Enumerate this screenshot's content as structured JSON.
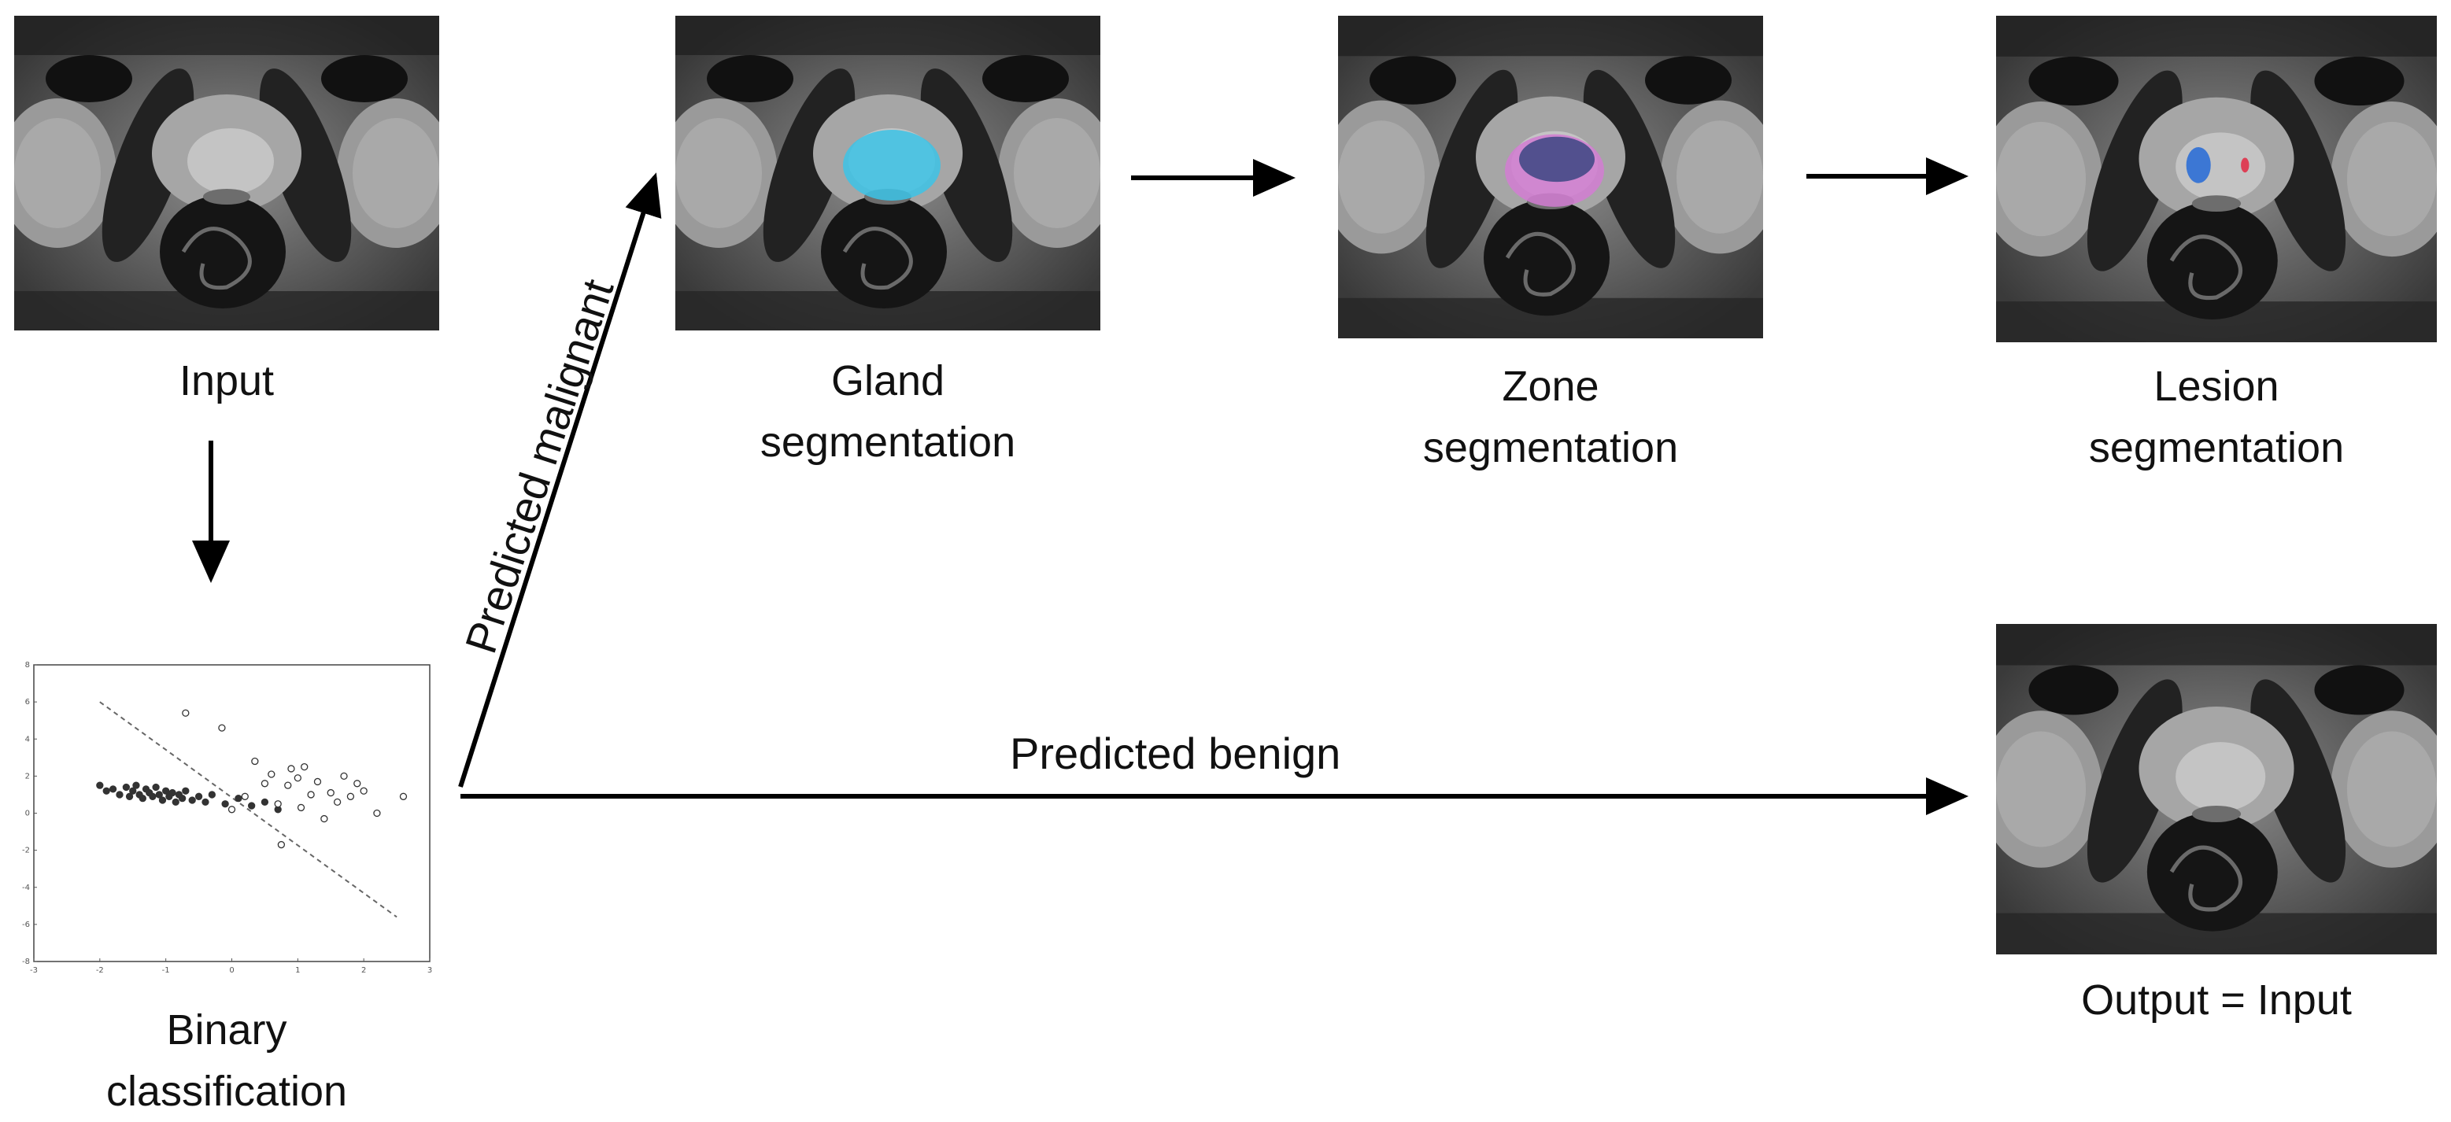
{
  "labels": {
    "input": "Input",
    "binary": [
      "Binary",
      "classification"
    ],
    "gland": [
      "Gland",
      "segmentation"
    ],
    "zone": [
      "Zone",
      "segmentation"
    ],
    "lesion": [
      "Lesion",
      "segmentation"
    ],
    "output": "Output = Input"
  },
  "arrows": {
    "malignant": "Predicted malignant",
    "benign": "Predicted benign"
  },
  "overlay_colors": {
    "gland": "#3cc3e6",
    "zone_peripheral": "#d27dd2",
    "zone_transition": "#3c4682",
    "lesion_a": "#2e6fd6",
    "lesion_b": "#e0324a"
  },
  "chart_data": {
    "type": "scatter",
    "xlim": [
      -3,
      3
    ],
    "ylim": [
      -8,
      8
    ],
    "x_ticks": [
      "-3",
      "-2",
      "-1",
      "0",
      "1",
      "2",
      "3"
    ],
    "y_ticks": [
      "8",
      "6",
      "4",
      "2",
      "0",
      "-2",
      "-4",
      "-6",
      "-8"
    ],
    "series": [
      {
        "marker": "filled",
        "points": [
          [
            -2.0,
            1.5
          ],
          [
            -1.9,
            1.2
          ],
          [
            -1.8,
            1.3
          ],
          [
            -1.7,
            1.0
          ],
          [
            -1.6,
            1.4
          ],
          [
            -1.55,
            0.9
          ],
          [
            -1.5,
            1.2
          ],
          [
            -1.45,
            1.5
          ],
          [
            -1.4,
            1.0
          ],
          [
            -1.35,
            0.8
          ],
          [
            -1.3,
            1.3
          ],
          [
            -1.25,
            1.1
          ],
          [
            -1.2,
            0.9
          ],
          [
            -1.15,
            1.4
          ],
          [
            -1.1,
            1.0
          ],
          [
            -1.05,
            0.7
          ],
          [
            -1.0,
            1.2
          ],
          [
            -0.95,
            0.9
          ],
          [
            -0.9,
            1.1
          ],
          [
            -0.85,
            0.6
          ],
          [
            -0.8,
            1.0
          ],
          [
            -0.75,
            0.8
          ],
          [
            -0.7,
            1.2
          ],
          [
            -0.6,
            0.7
          ],
          [
            -0.5,
            0.9
          ],
          [
            -0.4,
            0.6
          ],
          [
            -0.3,
            1.0
          ],
          [
            -0.1,
            0.5
          ],
          [
            0.1,
            0.8
          ],
          [
            0.3,
            0.4
          ],
          [
            0.5,
            0.6
          ],
          [
            0.7,
            0.2
          ]
        ]
      },
      {
        "marker": "hollow",
        "points": [
          [
            -0.7,
            5.4
          ],
          [
            -0.15,
            4.6
          ],
          [
            0.0,
            0.2
          ],
          [
            0.2,
            0.9
          ],
          [
            0.35,
            2.8
          ],
          [
            0.5,
            1.6
          ],
          [
            0.6,
            2.1
          ],
          [
            0.7,
            0.5
          ],
          [
            0.75,
            -1.7
          ],
          [
            0.85,
            1.5
          ],
          [
            0.9,
            2.4
          ],
          [
            1.0,
            1.9
          ],
          [
            1.05,
            0.3
          ],
          [
            1.1,
            2.5
          ],
          [
            1.2,
            1.0
          ],
          [
            1.3,
            1.7
          ],
          [
            1.4,
            -0.3
          ],
          [
            1.5,
            1.1
          ],
          [
            1.6,
            0.6
          ],
          [
            1.7,
            2.0
          ],
          [
            1.8,
            0.9
          ],
          [
            1.9,
            1.6
          ],
          [
            2.0,
            1.2
          ],
          [
            2.2,
            0.0
          ],
          [
            2.6,
            0.9
          ]
        ]
      }
    ],
    "boundary": [
      [
        -2.0,
        6.0
      ],
      [
        2.5,
        -5.6
      ]
    ]
  }
}
